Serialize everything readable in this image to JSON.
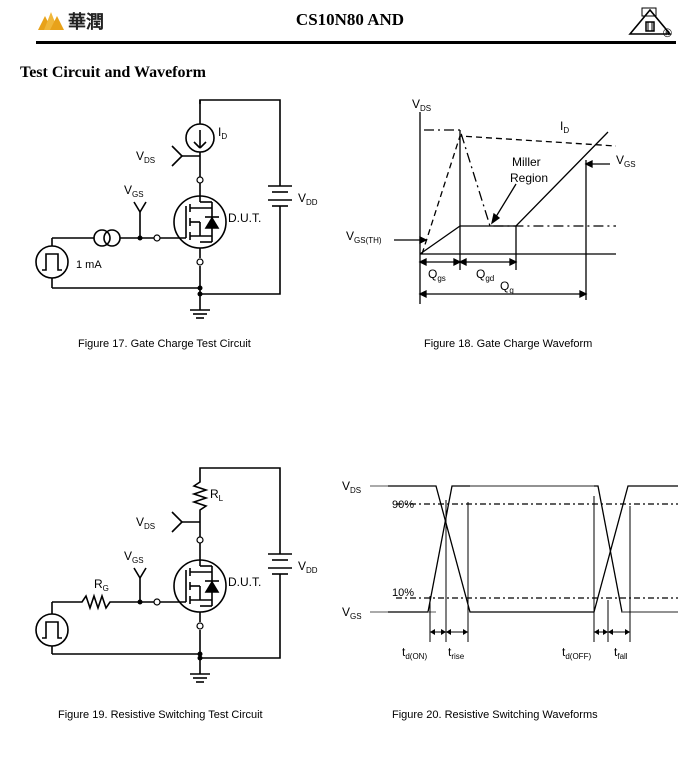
{
  "header": {
    "logo_text": "華潤",
    "doc_title": "CS10N80 AND",
    "registered_mark": "®"
  },
  "section_title": "Test Circuit and Waveform",
  "fig17": {
    "caption": "Figure 17. Gate Charge Test Circuit",
    "id_label": "I",
    "id_sub": "D",
    "vds_label": "V",
    "vds_sub": "DS",
    "vgs_label": "V",
    "vgs_sub": "GS",
    "vdd_label": "V",
    "vdd_sub": "DD",
    "dut_label": "D.U.T.",
    "source_label": "1 mA"
  },
  "fig18": {
    "caption": "Figure 18. Gate Charge Waveform",
    "vds_label": "V",
    "vds_sub": "DS",
    "id_label": "I",
    "id_sub": "D",
    "vgs_label": "V",
    "vgs_sub": "GS",
    "miller_line1": "Miller",
    "miller_line2": "Region",
    "vgsth_label": "V",
    "vgsth_sub": "GS(TH)",
    "qgs_label": "Q",
    "qgs_sub": "gs",
    "qgd_label": "Q",
    "qgd_sub": "gd",
    "qg_label": "Q",
    "qg_sub": "g"
  },
  "fig19": {
    "caption": "Figure 19. Resistive Switching Test Circuit",
    "rl_label": "R",
    "rl_sub": "L",
    "rg_label": "R",
    "rg_sub": "G",
    "vds_label": "V",
    "vds_sub": "DS",
    "vgs_label": "V",
    "vgs_sub": "GS",
    "vdd_label": "V",
    "vdd_sub": "DD",
    "dut_label": "D.U.T."
  },
  "fig20": {
    "caption": "Figure 20. Resistive Switching Waveforms",
    "vds_label": "V",
    "vds_sub": "DS",
    "vgs_label": "V",
    "vgs_sub": "GS",
    "pct90": "90%",
    "pct10": "10%",
    "tdon_label": "t",
    "tdon_sub": "d(ON)",
    "trise_label": "t",
    "trise_sub": "rise",
    "tdoff_label": "t",
    "tdoff_sub": "d(OFF)",
    "tfall_label": "t",
    "tfall_sub": "fall"
  },
  "colors": {
    "logo": "#e8a21a",
    "line": "#000000",
    "gray": "#777777"
  }
}
